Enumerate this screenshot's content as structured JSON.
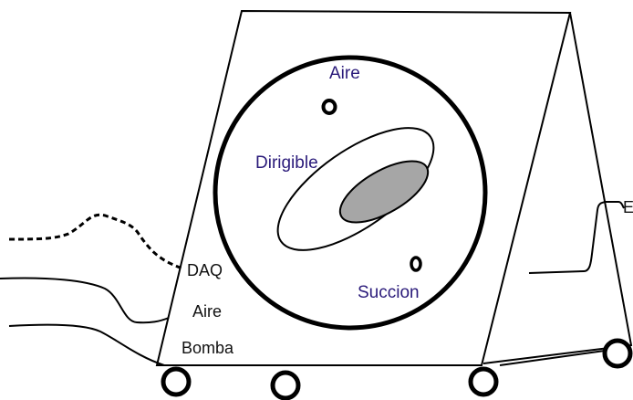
{
  "labels": {
    "aire_top": "Aire",
    "dirigible": "Dirigible",
    "succion": "Succion",
    "daq": "DAQ",
    "aire_side": "Aire",
    "bomba": "Bomba",
    "e_cut": "E"
  },
  "colors": {
    "line": "#000000",
    "label_purple": "#2a1a7a",
    "label_black": "#111111",
    "blob_fill": "#a6a6a6",
    "background": "#ffffff"
  }
}
